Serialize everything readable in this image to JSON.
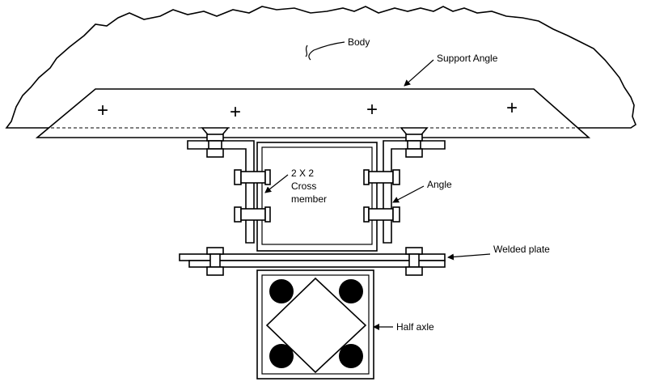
{
  "labels": {
    "body": "Body",
    "support_angle": "Support Angle",
    "cross_member_line1": "2 X 2",
    "cross_member_line2": "Cross",
    "cross_member_line3": "member",
    "angle": "Angle",
    "welded_plate": "Welded plate",
    "half_axle": "Half axle"
  },
  "plus_marks": [
    "+",
    "+",
    "+",
    "+"
  ],
  "colors": {
    "line": "#000000",
    "background": "#ffffff",
    "rubber_ball": "#000000"
  }
}
